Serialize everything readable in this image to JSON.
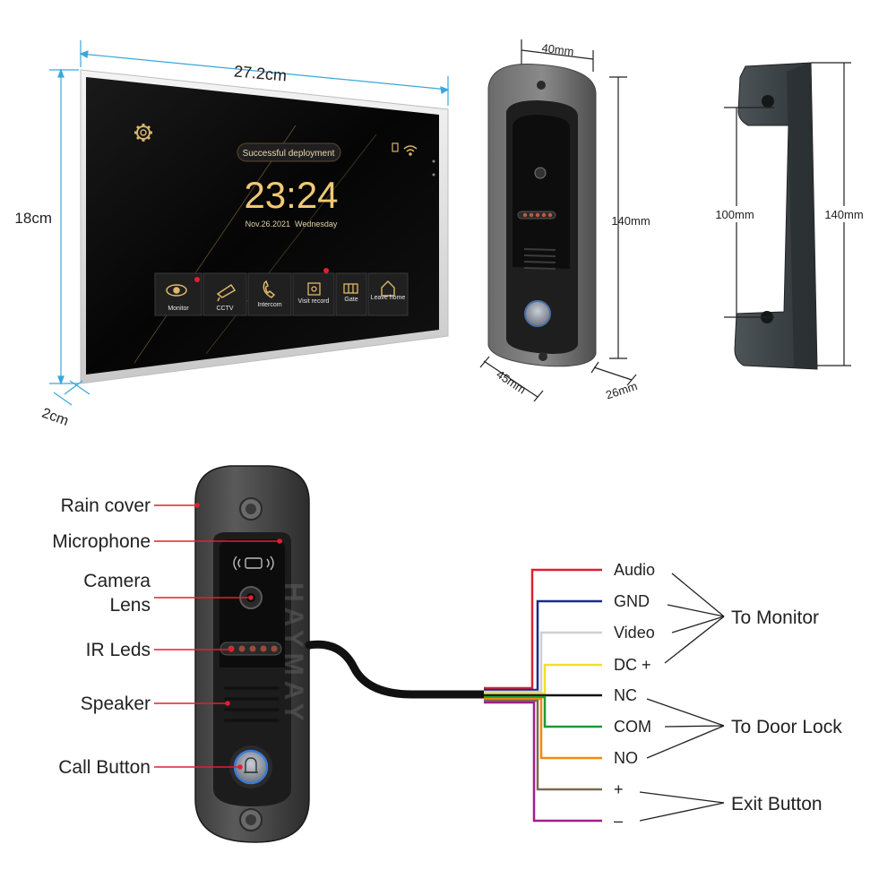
{
  "colors": {
    "dimension": "#3aa7d9",
    "callout": "#e02030",
    "audio": "#e02030",
    "gnd": "#1a2a8c",
    "video": "#d0d0d0",
    "dc": "#f2e02a",
    "nc": "#111111",
    "com": "#1a9a3a",
    "no": "#f08a10",
    "exit_plus": "#7a6a55",
    "exit_minus": "#a0208a"
  },
  "monitor": {
    "width": "27.2cm",
    "height": "18cm",
    "depth": "2cm",
    "screen": {
      "status": "Successful deployment",
      "time": "23:24",
      "date": "Nov.26.2021  Wednesday",
      "icons": [
        "gear-icon",
        "sd-card-icon",
        "wifi-icon"
      ],
      "menu": [
        {
          "label": "Monitor",
          "icon": "eye-icon"
        },
        {
          "label": "CCTV",
          "icon": "camera-icon"
        },
        {
          "label": "Intercom",
          "icon": "phone-icon"
        },
        {
          "label": "Visit record",
          "icon": "record-icon"
        },
        {
          "label": "Gate",
          "icon": "gate-icon"
        },
        {
          "label": "Leave home",
          "icon": "home-icon"
        }
      ]
    }
  },
  "doorbell_dims": {
    "width": "40mm",
    "height": "140mm",
    "base": "45mm",
    "depth": "26mm"
  },
  "bracket_dims": {
    "hole_spacing": "100mm",
    "height": "140mm"
  },
  "parts": [
    "Rain cover",
    "Microphone",
    "Camera",
    "Lens",
    "IR Leds",
    "Speaker",
    "Call Button"
  ],
  "watermark": "HAYMAY",
  "wires": [
    {
      "label": "Audio",
      "color_key": "audio"
    },
    {
      "label": "GND",
      "color_key": "gnd"
    },
    {
      "label": "Video",
      "color_key": "video"
    },
    {
      "label": "DC +",
      "color_key": "dc"
    },
    {
      "label": "NC",
      "color_key": "nc"
    },
    {
      "label": "COM",
      "color_key": "com"
    },
    {
      "label": "NO",
      "color_key": "no"
    },
    {
      "label": "+",
      "color_key": "exit_plus"
    },
    {
      "label": "–",
      "color_key": "exit_minus"
    }
  ],
  "groups": {
    "monitor": "To Monitor",
    "door_lock": "To Door Lock",
    "exit": "Exit Button"
  }
}
